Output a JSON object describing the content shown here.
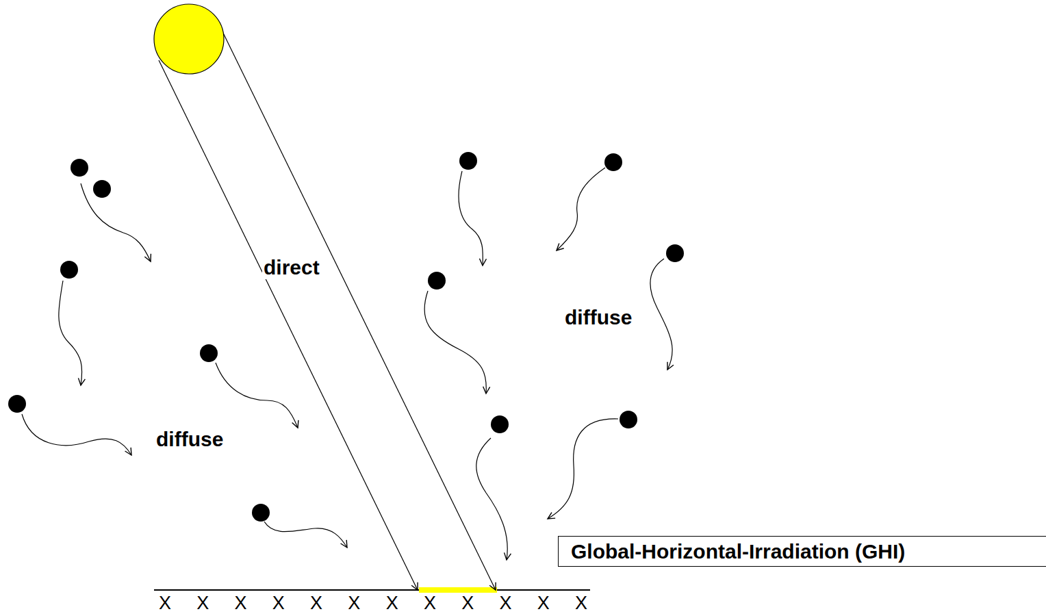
{
  "diagram": {
    "nodes": [
      {
        "text": [
          "Global-Horizontal-Irradiation (GHI)"
        ]
      }
    ],
    "labels": [
      "direct",
      "diffuse",
      "diffuse",
      "X X X X X X X X X X X X"
    ]
  }
}
